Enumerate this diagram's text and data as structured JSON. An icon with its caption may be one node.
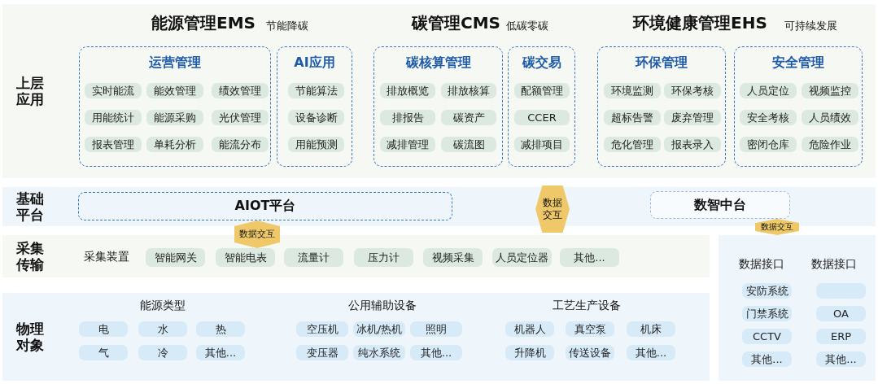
{
  "diagram": {
    "nodes": [
      {
        "text": [
          "上层应用"
        ]
      },
      {
        "text": [
          "运营管理"
        ],
        "in": 0
      },
      {
        "text": [
          "实时能流"
        ],
        "in": 1
      },
      {
        "text": [
          "能效管理"
        ],
        "in": 1
      },
      {
        "text": [
          "绩效管理"
        ],
        "in": 1
      },
      {
        "text": [
          "用能统计"
        ],
        "in": 1
      },
      {
        "text": [
          "能源采购"
        ],
        "in": 1
      },
      {
        "text": [
          "光伏管理"
        ],
        "in": 1
      },
      {
        "text": [
          "报表管理"
        ],
        "in": 1
      },
      {
        "text": [
          "单耗分析"
        ],
        "in": 1
      },
      {
        "text": [
          "能流分布"
        ],
        "in": 1
      },
      {
        "text": [
          "AI应用"
        ],
        "in": 0
      },
      {
        "text": [
          "节能算法"
        ],
        "in": 11
      },
      {
        "text": [
          "设备诊断"
        ],
        "in": 11
      },
      {
        "text": [
          "用能预测"
        ],
        "in": 11
      },
      {
        "text": [
          "碳核算管理"
        ],
        "in": 0
      },
      {
        "text": [
          "排放概览"
        ],
        "in": 15
      },
      {
        "text": [
          "排放核算"
        ],
        "in": 15
      },
      {
        "text": [
          "排报告"
        ],
        "in": 15
      },
      {
        "text": [
          "碳资产"
        ],
        "in": 15
      },
      {
        "text": [
          "减排管理"
        ],
        "in": 15
      },
      {
        "text": [
          "碳流图"
        ],
        "in": 15
      },
      {
        "text": [
          "碳交易"
        ],
        "in": 0
      },
      {
        "text": [
          "配额管理"
        ],
        "in": 22
      },
      {
        "text": [
          "CCER"
        ],
        "in": 22
      },
      {
        "text": [
          "减排项目"
        ],
        "in": 22
      },
      {
        "text": [
          "环保管理"
        ],
        "in": 0
      },
      {
        "text": [
          "环境监测"
        ],
        "in": 26
      },
      {
        "text": [
          "环保考核"
        ],
        "in": 26
      },
      {
        "text": [
          "超标告警"
        ],
        "in": 26
      },
      {
        "text": [
          "废弃管理"
        ],
        "in": 26
      },
      {
        "text": [
          "危化管理"
        ],
        "in": 26
      },
      {
        "text": [
          "报表录入"
        ],
        "in": 26
      },
      {
        "text": [
          "安全管理"
        ],
        "in": 0
      },
      {
        "text": [
          "人员定位"
        ],
        "in": 33
      },
      {
        "text": [
          "视频监控"
        ],
        "in": 33
      },
      {
        "text": [
          "安全考核"
        ],
        "in": 33
      },
      {
        "text": [
          "人员绩效"
        ],
        "in": 33
      },
      {
        "text": [
          "密闭仓库"
        ],
        "in": 33
      },
      {
        "text": [
          "危险作业"
        ],
        "in": 33
      },
      {
        "text": [
          "基础平台"
        ]
      },
      {
        "text": [
          "AIOT平台"
        ],
        "in": 40
      },
      {
        "text": [
          "数据交互"
        ]
      },
      {
        "text": [
          "数智中台"
        ],
        "in": 40
      },
      {
        "text": [
          "采集传输"
        ]
      },
      {
        "text": [
          "智能网关"
        ],
        "in": 44
      },
      {
        "text": [
          "智能电表"
        ],
        "in": 44
      },
      {
        "text": [
          "流量计"
        ],
        "in": 44
      },
      {
        "text": [
          "压力计"
        ],
        "in": 44
      },
      {
        "text": [
          "视频采集"
        ],
        "in": 44
      },
      {
        "text": [
          "人员定位器"
        ],
        "in": 44
      },
      {
        "text": [
          "其他..."
        ],
        "in": 44
      },
      {
        "text": [
          "物理对象"
        ]
      },
      {
        "text": [
          "电"
        ],
        "in": 52
      },
      {
        "text": [
          "水"
        ],
        "in": 52
      },
      {
        "text": [
          "热"
        ],
        "in": 52
      },
      {
        "text": [
          "气"
        ],
        "in": 52
      },
      {
        "text": [
          "冷"
        ],
        "in": 52
      },
      {
        "text": [
          "其他..."
        ],
        "in": 52
      },
      {
        "text": [
          "空压机"
        ],
        "in": 52
      },
      {
        "text": [
          "冰机/热机"
        ],
        "in": 52
      },
      {
        "text": [
          "照明"
        ],
        "in": 52
      },
      {
        "text": [
          "变压器"
        ],
        "in": 52
      },
      {
        "text": [
          "纯水系统"
        ],
        "in": 52
      },
      {
        "text": [
          "其他..."
        ],
        "in": 52
      },
      {
        "text": [
          "机器人"
        ],
        "in": 52
      },
      {
        "text": [
          "真空泵"
        ],
        "in": 52
      },
      {
        "text": [
          "机床"
        ],
        "in": 52
      },
      {
        "text": [
          "升降机"
        ],
        "in": 52
      },
      {
        "text": [
          "传送设备"
        ],
        "in": 52
      },
      {
        "text": [
          "其他..."
        ],
        "in": 52
      },
      {
        "text": [],
        "shape": "box"
      },
      {
        "text": [
          "安防系统"
        ],
        "in": 71
      },
      {
        "text": [],
        "shape": "box",
        "in": 71
      },
      {
        "text": [
          "门禁系统"
        ],
        "in": 71
      },
      {
        "text": [
          "OA"
        ],
        "in": 71
      },
      {
        "text": [
          "CCTV"
        ],
        "in": 71
      },
      {
        "text": [
          "ERP"
        ],
        "in": 71
      },
      {
        "text": [
          "其他..."
        ],
        "in": 71
      },
      {
        "text": [
          "其他..."
        ],
        "in": 71
      }
    ],
    "edges": [
      {
        "from": 41,
        "to": 46,
        "arrow": "both",
        "label": "数据交互"
      },
      {
        "from": 43,
        "to": 71,
        "arrow": "both",
        "label": "数据交互"
      }
    ],
    "labels": [
      "能源管理EMS",
      "节能降碳",
      "碳管理CMS",
      "低碳零碳",
      "环境健康管理EHS",
      "可持续发展",
      "采集装置",
      "能源类型",
      "公用辅助设备",
      "工艺生产设备",
      "数据接口",
      "数据接口"
    ]
  }
}
